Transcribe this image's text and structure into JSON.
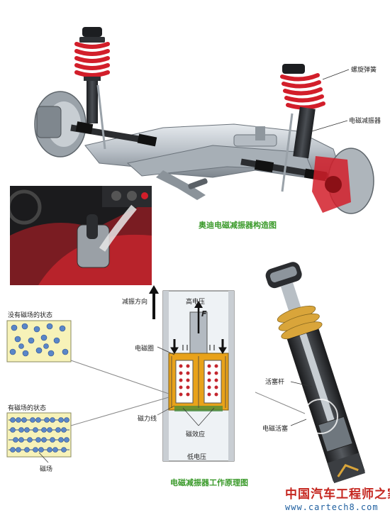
{
  "top": {
    "caption": "奥迪电磁减振器构造图",
    "label_spring": "螺旋弹簧",
    "label_damper": "电磁减振器"
  },
  "principle": {
    "caption": "电磁减振器工作原理图",
    "label_direction": "减振方向",
    "label_high_pressure": "高电压",
    "label_low_pressure": "低电压",
    "label_force": "F",
    "label_coil": "电磁圈",
    "label_flux": "磁力线",
    "label_effect": "磁效应",
    "label_no_field": "没有磁场的状态",
    "label_with_field": "有磁场的状态",
    "label_field": "磁场"
  },
  "cutaway": {
    "label_rod": "活塞杆",
    "label_piston": "电磁活塞"
  },
  "watermark": {
    "cn": "中国汽车工程师之家",
    "url": "www.cartech8.com"
  },
  "colors": {
    "caption_green": "#3a9a2a",
    "spring_red": "#d21e2a",
    "coil_orange": "#e8a21a"
  }
}
